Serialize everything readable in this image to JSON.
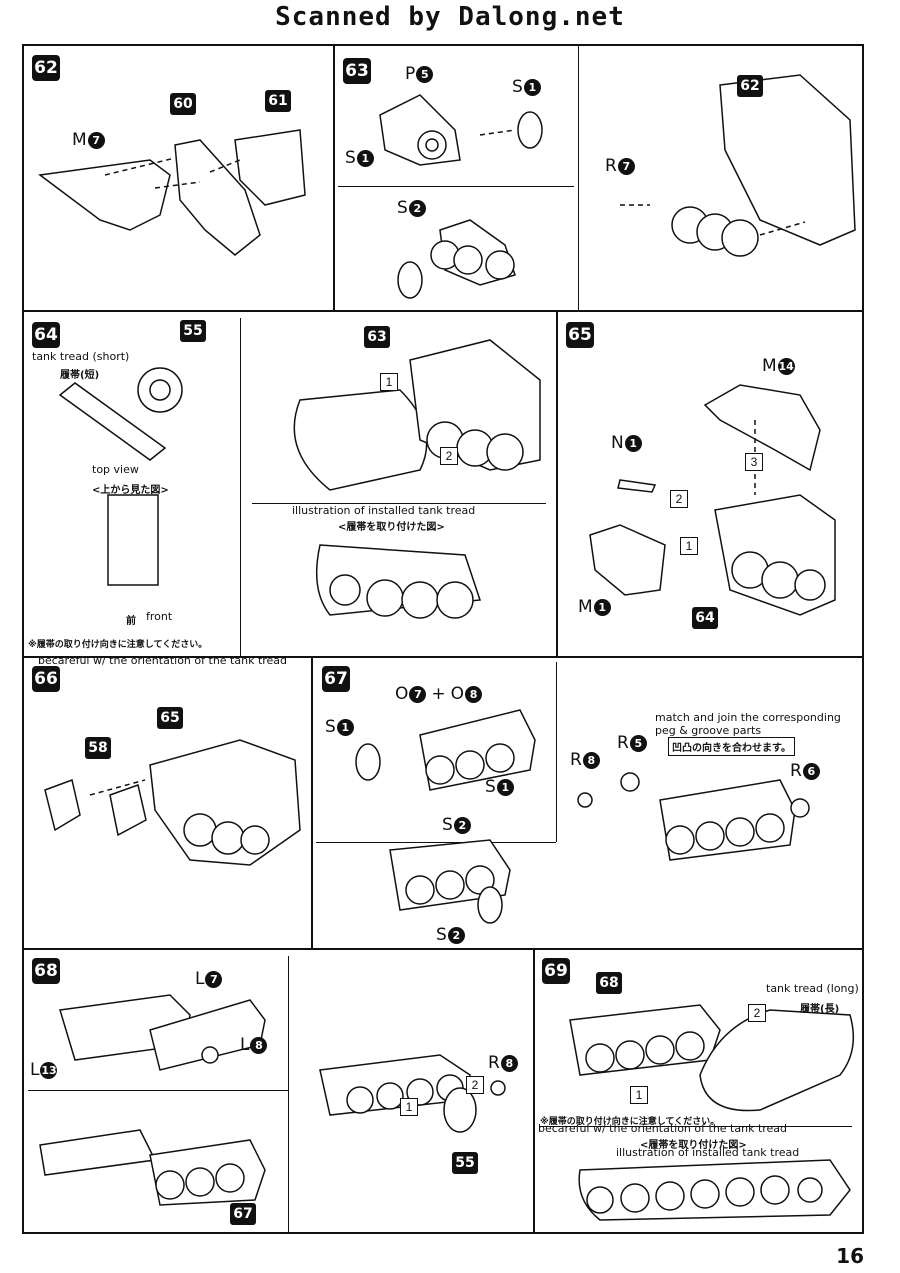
{
  "header": {
    "title": "Scanned by Dalong.net"
  },
  "page_number": "16",
  "steps": {
    "s62": {
      "num": "62",
      "parts": [
        "60",
        "61"
      ],
      "labels": [
        {
          "letter": "M",
          "n": "7"
        }
      ]
    },
    "s63": {
      "num": "63",
      "parts": [
        "62"
      ],
      "labels": [
        {
          "letter": "P",
          "n": "5"
        },
        {
          "letter": "S",
          "n": "1"
        },
        {
          "letter": "S",
          "n": "1"
        },
        {
          "letter": "S",
          "n": "2"
        },
        {
          "letter": "R",
          "n": "7"
        }
      ]
    },
    "s64": {
      "num": "64",
      "parts": [
        "55",
        "63"
      ],
      "tread_short_en": "tank tread (short)",
      "tread_short_jp": "履帯(短)",
      "top_view_en": "top view",
      "top_view_jp": "<上から見た図>",
      "front_jp": "前",
      "front_en": "front",
      "installed_en": "illustration of installed tank tread",
      "installed_jp": "<履帯を取り付けた図>",
      "note_jp": "※履帯の取り付け向きに注意してください。",
      "note_en": "becareful w/ the orientation of the tank tread",
      "box1": "1",
      "box2": "2"
    },
    "s65": {
      "num": "65",
      "parts": [
        "64"
      ],
      "labels": [
        {
          "letter": "M",
          "n": "14"
        },
        {
          "letter": "N",
          "n": "1"
        },
        {
          "letter": "M",
          "n": "1"
        }
      ],
      "box1": "1",
      "box2": "2",
      "box3": "3"
    },
    "s66": {
      "num": "66",
      "parts": [
        "65",
        "58"
      ]
    },
    "s67": {
      "num": "67",
      "labels": [
        {
          "letter": "O",
          "n": "7"
        },
        {
          "letter": "O",
          "n": "8"
        },
        {
          "letter": "S",
          "n": "1"
        },
        {
          "letter": "S",
          "n": "1"
        },
        {
          "letter": "S",
          "n": "2"
        },
        {
          "letter": "S",
          "n": "2"
        },
        {
          "letter": "R",
          "n": "8"
        },
        {
          "letter": "R",
          "n": "5"
        },
        {
          "letter": "R",
          "n": "6"
        }
      ],
      "plus": "+",
      "match_en": "match and join the corresponding peg & groove parts",
      "match_jp": "凹凸の向きを合わせます。"
    },
    "s68": {
      "num": "68",
      "parts": [
        "55",
        "67"
      ],
      "labels": [
        {
          "letter": "L",
          "n": "7"
        },
        {
          "letter": "L",
          "n": "8"
        },
        {
          "letter": "L",
          "n": "13"
        },
        {
          "letter": "R",
          "n": "8"
        }
      ],
      "box1": "1",
      "box2": "2"
    },
    "s69": {
      "num": "69",
      "parts": [
        "68"
      ],
      "tread_long_en": "tank tread (long)",
      "tread_long_jp": "履帯(長)",
      "note_jp": "※履帯の取り付け向きに注意してください。",
      "note_en": "becareful w/ the orientation of the tank tread",
      "installed_jp": "<履帯を取り付けた図>",
      "installed_en": "illustration of installed tank tread",
      "box1": "1",
      "box2": "2"
    }
  }
}
